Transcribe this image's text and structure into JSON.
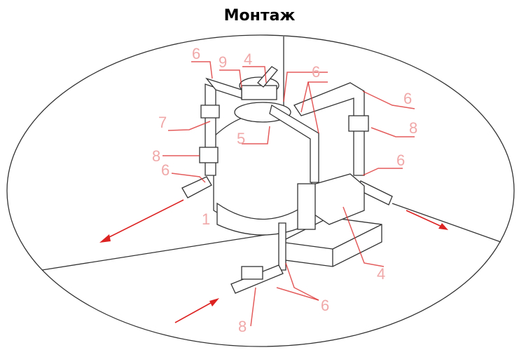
{
  "title": "Монтаж",
  "labels": [
    "6",
    "9",
    "4",
    "6",
    "6",
    "7",
    "8",
    "5",
    "8",
    "6",
    "6",
    "1",
    "4",
    "6",
    "8"
  ],
  "colors": {
    "label": "#f0a8a8",
    "arrow": "#dd2222",
    "line": "#333333"
  }
}
